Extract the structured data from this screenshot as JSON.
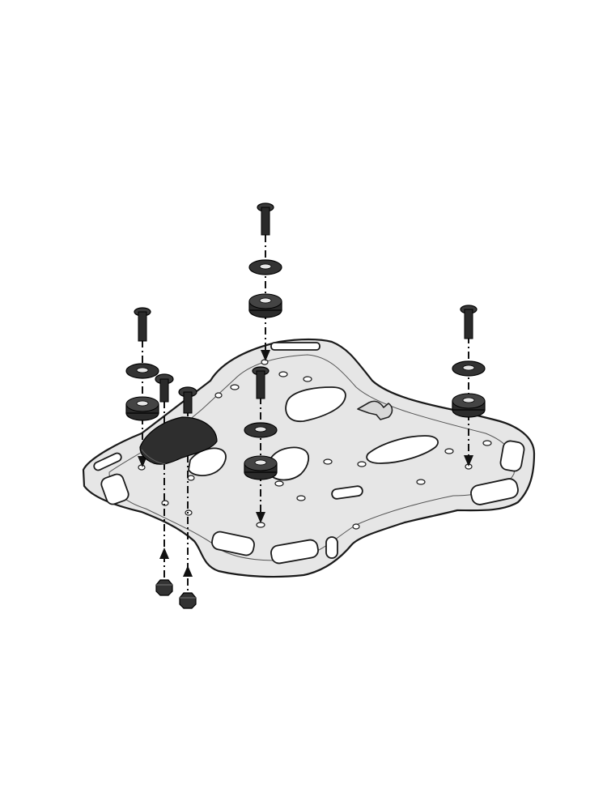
{
  "figure": {
    "background": "#ffffff",
    "plate_color": "#e6e6e6",
    "hardware_color": "#2a2a2a",
    "outline_color": "#1a1a1a",
    "parts": {
      "rack_plate": "luggage-rack-plate",
      "logo": "brand-logo-icon",
      "bolts": 6,
      "washers": 4,
      "rubber_grommets": 4,
      "nuts": 2,
      "adapter_block": 1
    }
  }
}
